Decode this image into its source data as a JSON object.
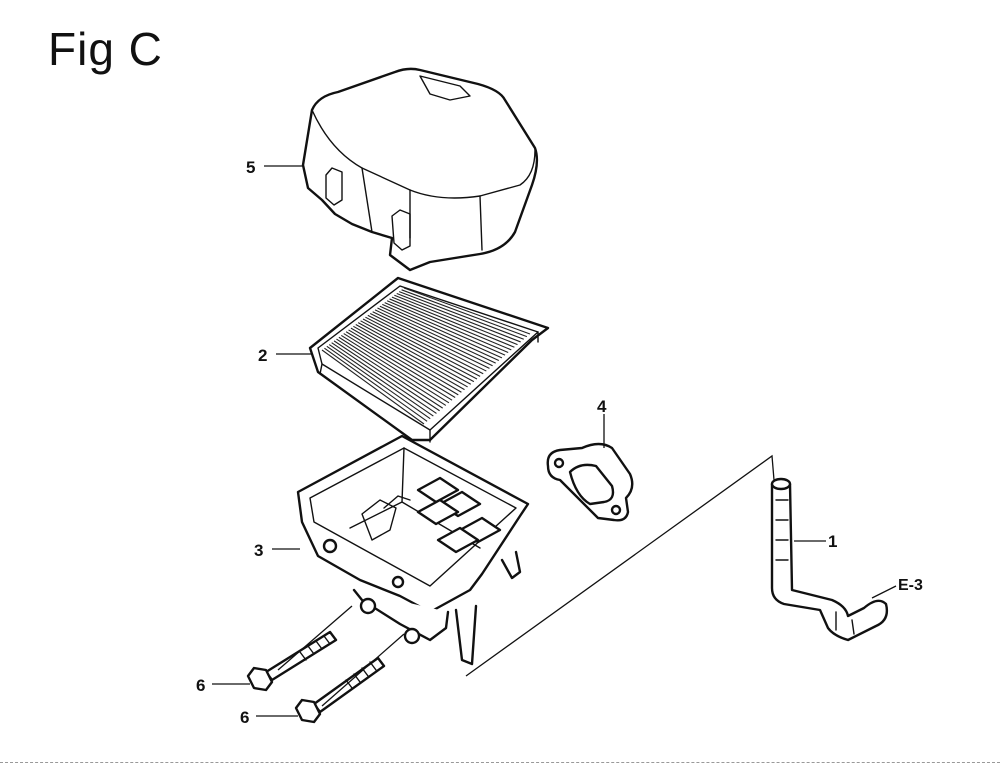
{
  "title": "Fig C",
  "callouts": [
    {
      "id": "c5",
      "label": "5"
    },
    {
      "id": "c2",
      "label": "2"
    },
    {
      "id": "c4",
      "label": "4"
    },
    {
      "id": "c3",
      "label": "3"
    },
    {
      "id": "c1",
      "label": "1"
    },
    {
      "id": "c6a",
      "label": "6"
    },
    {
      "id": "c6b",
      "label": "6"
    }
  ],
  "reference": "E-3",
  "parts": [
    {
      "label": "5",
      "icon": "air-cleaner-cover-icon"
    },
    {
      "label": "2",
      "icon": "air-filter-element-icon"
    },
    {
      "label": "3",
      "icon": "air-cleaner-case-icon"
    },
    {
      "label": "4",
      "icon": "gasket-icon"
    },
    {
      "label": "1",
      "icon": "breather-tube-icon"
    },
    {
      "label": "6",
      "icon": "flange-bolt-icon"
    }
  ],
  "colors": {
    "line": "#111111",
    "background": "#ffffff"
  }
}
